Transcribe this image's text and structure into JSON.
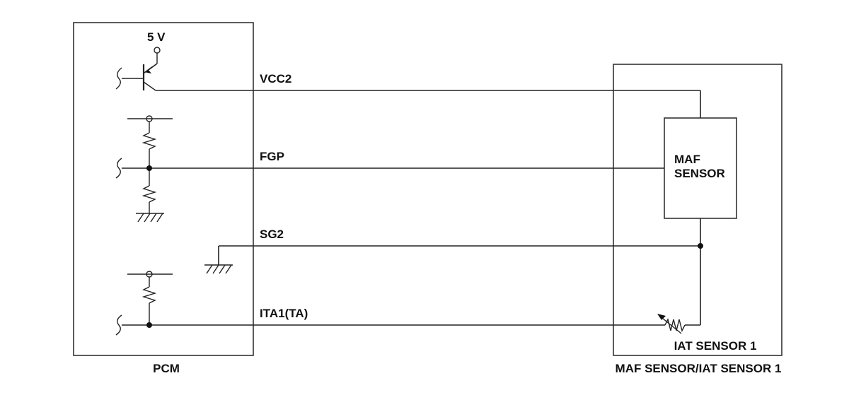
{
  "diagram": {
    "pcm_label": "PCM",
    "supply_label": "5 V",
    "signals": {
      "vcc2": "VCC2",
      "fgp": "FGP",
      "sg2": "SG2",
      "ita1": "ITA1(TA)"
    },
    "maf_sensor": {
      "line1": "MAF",
      "line2": "SENSOR"
    },
    "iat_sensor_label": "IAT SENSOR 1",
    "module_label": "MAF SENSOR/IAT SENSOR 1"
  }
}
